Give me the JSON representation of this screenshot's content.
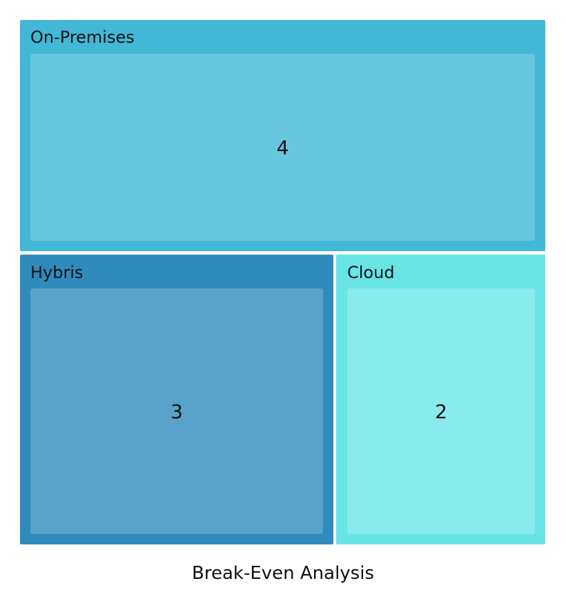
{
  "chart_data": {
    "type": "treemap",
    "title": "Break-Even Analysis",
    "categories": [
      "On-Premises",
      "Hybris",
      "Cloud"
    ],
    "values": [
      4,
      3,
      2
    ],
    "colors": {
      "On-Premises": {
        "outer": "#42b7d6",
        "inner": "#67c5de"
      },
      "Hybris": {
        "outer": "#2e8bbc",
        "inner": "#58a2ca"
      },
      "Cloud": {
        "outer": "#68e3e6",
        "inner": "#88eaeb"
      }
    }
  }
}
